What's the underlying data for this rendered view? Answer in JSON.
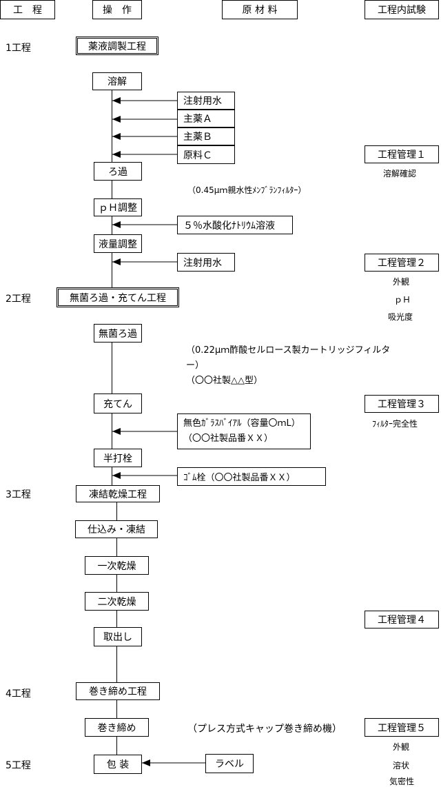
{
  "headers": {
    "process": "工　程",
    "operation": "操　作",
    "materials": "原 材 料",
    "tests": "工程内試験"
  },
  "steps": {
    "s1": "1工程",
    "s2": "2工程",
    "s3": "3工程",
    "s4": "4工程",
    "s5": "5工程"
  },
  "stages": {
    "prep": "薬液調製工程",
    "sterile": "無菌ろ過・充てん工程",
    "freeze": "凍結乾燥工程",
    "seal": "巻き締め工程"
  },
  "ops": {
    "dissolve": "溶解",
    "filter": "ろ過",
    "ph": "ｐＨ調整",
    "volume": "液量調整",
    "sterile_filter": "無菌ろ過",
    "fill": "充てん",
    "half_stopper": "半打栓",
    "load_freeze": "仕込み・凍結",
    "primary_dry": "一次乾燥",
    "secondary_dry": "二次乾燥",
    "unload": "取出し",
    "crimp": "巻き締め",
    "package": "包 装"
  },
  "materials": {
    "water1": "注射用水",
    "mainA": "主薬Ａ",
    "mainB": "主薬Ｂ",
    "rawC": "原料Ｃ",
    "naoh": "５％水酸化ﾅﾄﾘｳﾑ溶液",
    "water2": "注射用水",
    "vial_line1": "無色ｶﾞﾗｽﾊﾞｲｱﾙ（容量〇ｍL）",
    "vial_line2": "（〇〇社製品番ＸＸ）",
    "rubber": "ｺﾞﾑ栓（〇〇社製品番ＸＸ）",
    "label": "ラベル"
  },
  "notes": {
    "membrane": "（0.45μｍ親水性ﾒﾝﾌﾞﾗﾝﾌｨﾙﾀｰ）",
    "cartridge_line1": "（0.22μｍ酢酸セルロース製カートリッジフィルタ",
    "cartridge_line2": "ー）",
    "cartridge_line3": "（〇〇社製△△型）",
    "press": "（プレス方式キャップ巻き締め機）"
  },
  "controls": {
    "c1": {
      "title": "工程管理１",
      "items": [
        "溶解確認"
      ]
    },
    "c2": {
      "title": "工程管理２",
      "items": [
        "外観",
        "ｐＨ",
        "吸光度"
      ]
    },
    "c3": {
      "title": "工程管理３",
      "items": [
        "ﾌｨﾙﾀｰ完全性"
      ]
    },
    "c4": {
      "title": "工程管理４",
      "items": []
    },
    "c5": {
      "title": "工程管理５",
      "items": [
        "外観",
        "溶状",
        "気密性"
      ]
    }
  }
}
